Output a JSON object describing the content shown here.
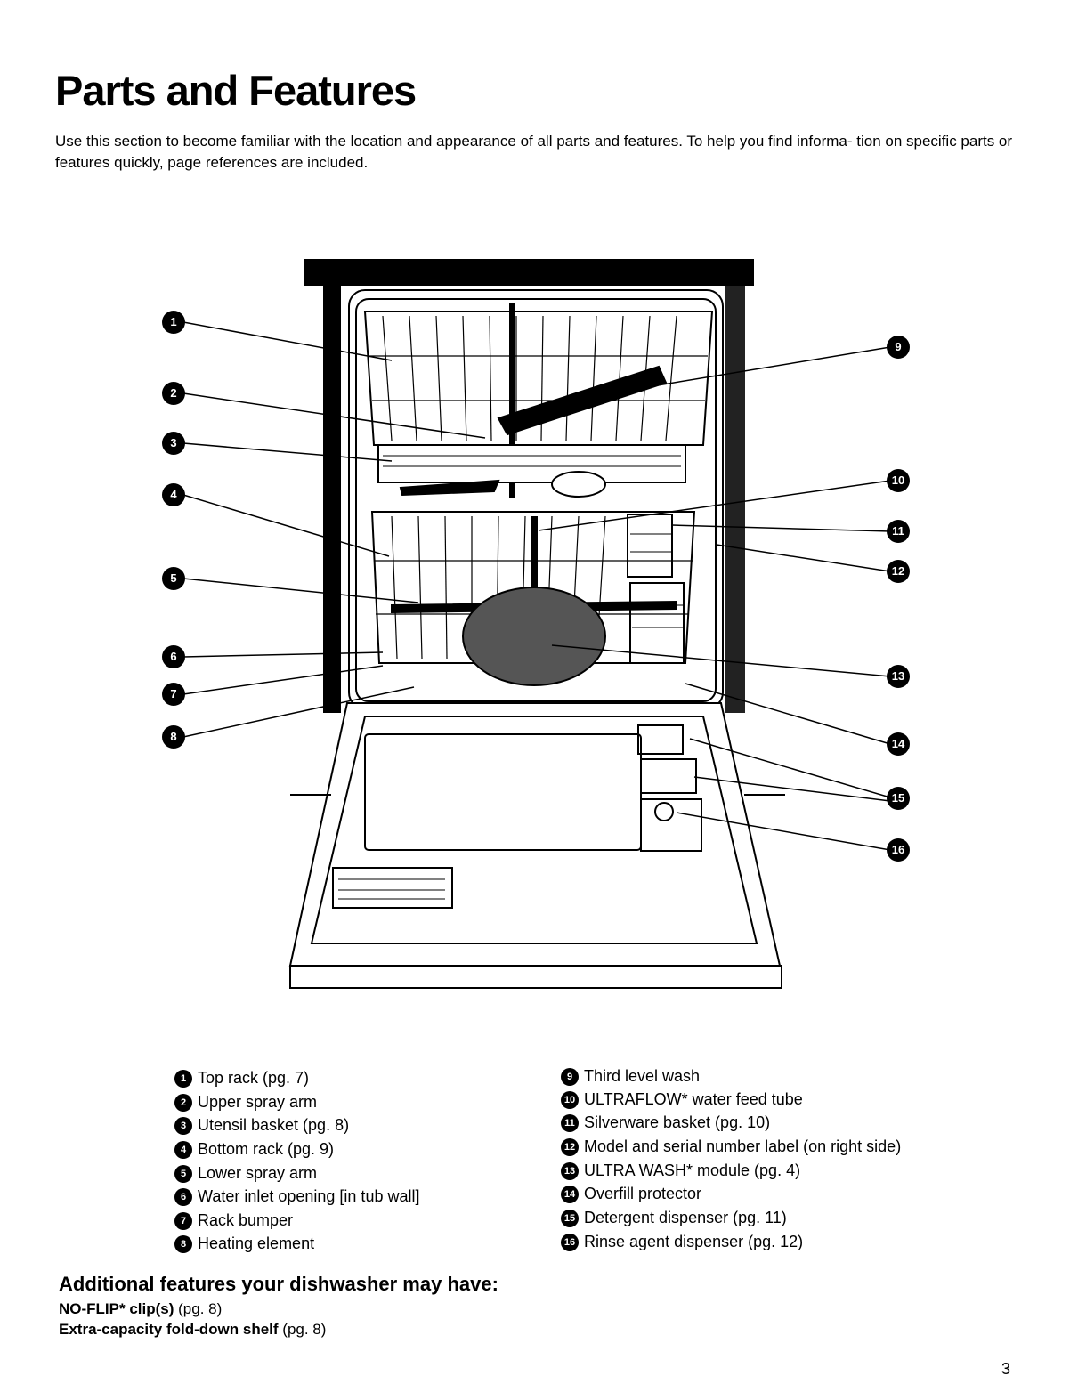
{
  "title": "Parts and Features",
  "intro": "Use this section to become familiar with the location and appearance of all parts and features. To help you find informa- tion on specific parts or features quickly, page references are included.",
  "callouts": [
    "1",
    "2",
    "3",
    "4",
    "5",
    "6",
    "7",
    "8",
    "9",
    "10",
    "11",
    "12",
    "13",
    "14",
    "15",
    "16"
  ],
  "legend_left": [
    {
      "num": "1",
      "text": "Top rack (pg. 7)"
    },
    {
      "num": "2",
      "text": "Upper spray arm"
    },
    {
      "num": "3",
      "text": "Utensil basket (pg. 8)"
    },
    {
      "num": "4",
      "text": "Bottom rack (pg. 9)"
    },
    {
      "num": "5",
      "text": "Lower spray arm"
    },
    {
      "num": "6",
      "text": "Water inlet opening [in tub wall]"
    },
    {
      "num": "7",
      "text": "Rack bumper"
    },
    {
      "num": "8",
      "text": "Heating element"
    }
  ],
  "legend_right": [
    {
      "num": "9",
      "text": "Third level wash"
    },
    {
      "num": "10",
      "text": "ULTRAFLOW* water feed tube"
    },
    {
      "num": "11",
      "text": "Silverware basket (pg. 10)"
    },
    {
      "num": "12",
      "text": "Model and serial number label (on right side)"
    },
    {
      "num": "13",
      "text": "ULTRA WASH* module (pg. 4)"
    },
    {
      "num": "14",
      "text": "Overfill protector"
    },
    {
      "num": "15",
      "text": "Detergent dispenser (pg. 11)"
    },
    {
      "num": "16",
      "text": "Rinse agent dispenser (pg. 12)"
    }
  ],
  "additional": {
    "heading": "Additional features your dishwasher may have:",
    "items": [
      {
        "name": "NO-FLIP* clip(s)",
        "ref": "(pg. 8)"
      },
      {
        "name": "Extra-capacity fold-down shelf",
        "ref": "(pg. 8)"
      }
    ]
  },
  "page_number": "3"
}
